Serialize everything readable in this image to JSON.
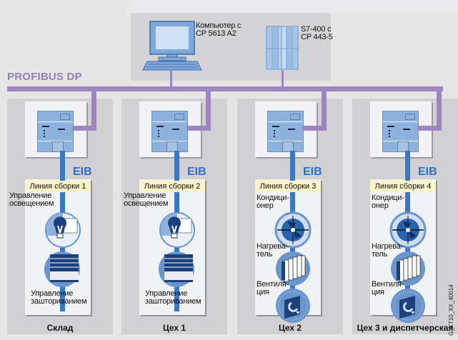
{
  "network": {
    "bus_name": "PROFIBUS DP",
    "field_bus_name": "EIB",
    "colors": {
      "profibus": "#9b86bd",
      "eib": "#3a78c4",
      "eib_text": "#2f6fc2",
      "device_blue": "#8db2dd",
      "label_bg": "#fdf4cc"
    }
  },
  "top_devices": [
    {
      "name": "computer",
      "label_line1": "Компьютер с",
      "label_line2": "CP 5613 A2"
    },
    {
      "name": "plc",
      "label_line1": "S7-400 с",
      "label_line2": "CP 443-5"
    }
  ],
  "sections": [
    {
      "title": "Склад",
      "line_label": "Линия сборки 1",
      "devices": [
        {
          "icon": "lighting-icon",
          "label": "Управление освещением"
        },
        {
          "icon": "blinds-icon",
          "label": "Управление зашториванием"
        }
      ]
    },
    {
      "title": "Цех 1",
      "line_label": "Линия сборки 2",
      "devices": [
        {
          "icon": "lighting-icon",
          "label": "Управление освещением"
        },
        {
          "icon": "blinds-icon",
          "label": "Управление зашториванием"
        }
      ]
    },
    {
      "title": "Цех 2",
      "line_label": "Линия сборки 3",
      "devices": [
        {
          "icon": "air-conditioner-icon",
          "label": "Кондици-онер"
        },
        {
          "icon": "heater-icon",
          "label": "Нагрева-тель"
        },
        {
          "icon": "ventilation-icon",
          "label": "Вентиля-ция"
        }
      ]
    },
    {
      "title": "Цех 3 и диспетчерская",
      "line_label": "Линия сборки 4",
      "devices": [
        {
          "icon": "air-conditioner-icon",
          "label": "Кондици-онер"
        },
        {
          "icon": "heater-icon",
          "label": "Нагрева-тель"
        },
        {
          "icon": "ventilation-icon",
          "label": "Вентиля-ция"
        }
      ]
    }
  ],
  "labels": {
    "s0_top1": "Управление",
    "s0_top2": "освещением",
    "s0_bot1": "Управление",
    "s0_bot2": "зашториванием",
    "s1_top1": "Управление",
    "s1_top2": "освещением",
    "s1_bot1": "Управление",
    "s1_bot2": "зашториванием",
    "s2_a1": "Кондици-",
    "s2_a2": "онер",
    "s2_b1": "Нагрева-",
    "s2_b2": "тель",
    "s2_c1": "Вентиля-",
    "s2_c2": "ция",
    "s3_a1": "Кондици-",
    "s3_a2": "онер",
    "s3_b1": "Нагрева-",
    "s3_b2": "тель",
    "s3_c1": "Вентиля-",
    "s3_c2": "ция"
  },
  "figure_code": "G_KT10_XX_40014"
}
